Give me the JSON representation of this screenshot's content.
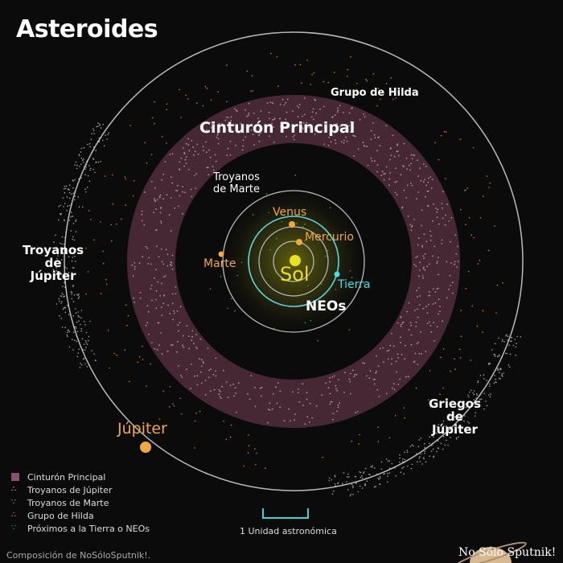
{
  "title": "Asteroides",
  "regions": {
    "main_belt": "Cinturón Principal",
    "hilda": "Grupo de Hilda",
    "mars_trojans_line1": "Troyanos",
    "mars_trojans_line2": "de Marte",
    "jupiter_trojans_line1": "Troyanos",
    "jupiter_trojans_line2": "de",
    "jupiter_trojans_line3": "Júpiter",
    "jupiter_greeks_line1": "Griegos",
    "jupiter_greeks_line2": "de",
    "jupiter_greeks_line3": "Júpiter",
    "neos": "NEOs"
  },
  "bodies": {
    "sun": "Sol",
    "mercury": "Mercurio",
    "venus": "Venus",
    "earth": "Tierra",
    "mars": "Marte",
    "jupiter": "Júpiter"
  },
  "legend": [
    {
      "label": "Cinturón Principal",
      "symbol": "square",
      "color": "#8a4f6a"
    },
    {
      "label": "Troyanos de Júpiter",
      "symbol": "dots",
      "color": "#d8d8d8"
    },
    {
      "label": "Troyanos de Marte",
      "symbol": "dots",
      "color": "#d890b0"
    },
    {
      "label": "Grupo de Hilda",
      "symbol": "dots",
      "color": "#f0a040"
    },
    {
      "label": "Próximos a la Tierra o NEOs",
      "symbol": "dots",
      "color": "#30c040"
    }
  ],
  "scale": {
    "label": "1 Unidad astronómica",
    "color": "#40d0d8"
  },
  "credit": "Composición de NoSóloSputnik!.",
  "brand": "No Sólo Sputnik!",
  "colors": {
    "background": "#0b0b0c",
    "belt": "#4a2a38",
    "orbit": "#bbbbbb",
    "earth_orbit": "#60d8e0",
    "planet": "#f0a840",
    "sun": "#e8e020"
  }
}
